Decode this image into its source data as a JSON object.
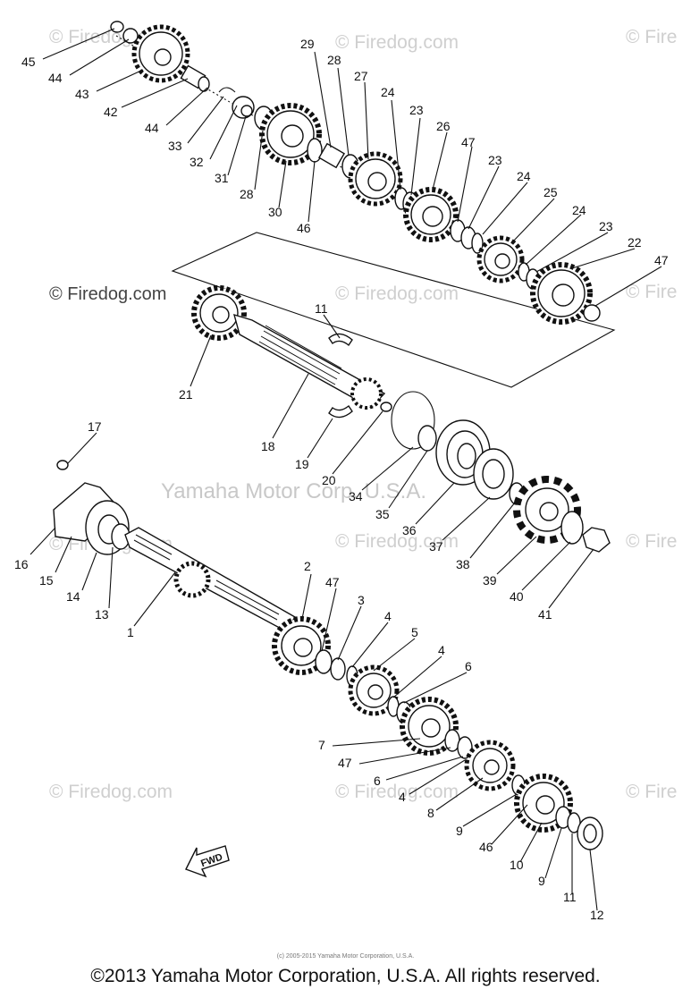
{
  "watermarks": {
    "firedog_small": "© Firedog.com",
    "firedog_main": "© Firedog.com",
    "firedog_cut": "© Fire",
    "yamaha": "Yamaha Motor Corp. U.S.A."
  },
  "fwd_label": "FWD",
  "small_credit": "(c) 2005-2015 Yamaha Motor Corporation, U.S.A.",
  "footer": "©2013 Yamaha Motor Corporation, U.S.A. All rights reserved.",
  "callouts": [
    {
      "label": "45"
    },
    {
      "label": "44"
    },
    {
      "label": "43"
    },
    {
      "label": "42"
    },
    {
      "label": "44"
    },
    {
      "label": "33"
    },
    {
      "label": "32"
    },
    {
      "label": "31"
    },
    {
      "label": "28"
    },
    {
      "label": "30"
    },
    {
      "label": "46"
    },
    {
      "label": "29"
    },
    {
      "label": "28"
    },
    {
      "label": "27"
    },
    {
      "label": "24"
    },
    {
      "label": "23"
    },
    {
      "label": "26"
    },
    {
      "label": "47"
    },
    {
      "label": "23"
    },
    {
      "label": "24"
    },
    {
      "label": "25"
    },
    {
      "label": "24"
    },
    {
      "label": "23"
    },
    {
      "label": "22"
    },
    {
      "label": "47"
    },
    {
      "label": "11"
    },
    {
      "label": "21"
    },
    {
      "label": "18"
    },
    {
      "label": "19"
    },
    {
      "label": "20"
    },
    {
      "label": "34"
    },
    {
      "label": "35"
    },
    {
      "label": "36"
    },
    {
      "label": "37"
    },
    {
      "label": "38"
    },
    {
      "label": "39"
    },
    {
      "label": "40"
    },
    {
      "label": "41"
    },
    {
      "label": "17"
    },
    {
      "label": "16"
    },
    {
      "label": "15"
    },
    {
      "label": "14"
    },
    {
      "label": "13"
    },
    {
      "label": "1"
    },
    {
      "label": "2"
    },
    {
      "label": "47"
    },
    {
      "label": "3"
    },
    {
      "label": "4"
    },
    {
      "label": "5"
    },
    {
      "label": "4"
    },
    {
      "label": "6"
    },
    {
      "label": "7"
    },
    {
      "label": "47"
    },
    {
      "label": "6"
    },
    {
      "label": "4"
    },
    {
      "label": "8"
    },
    {
      "label": "9"
    },
    {
      "label": "46"
    },
    {
      "label": "10"
    },
    {
      "label": "9"
    },
    {
      "label": "11"
    },
    {
      "label": "12"
    }
  ]
}
